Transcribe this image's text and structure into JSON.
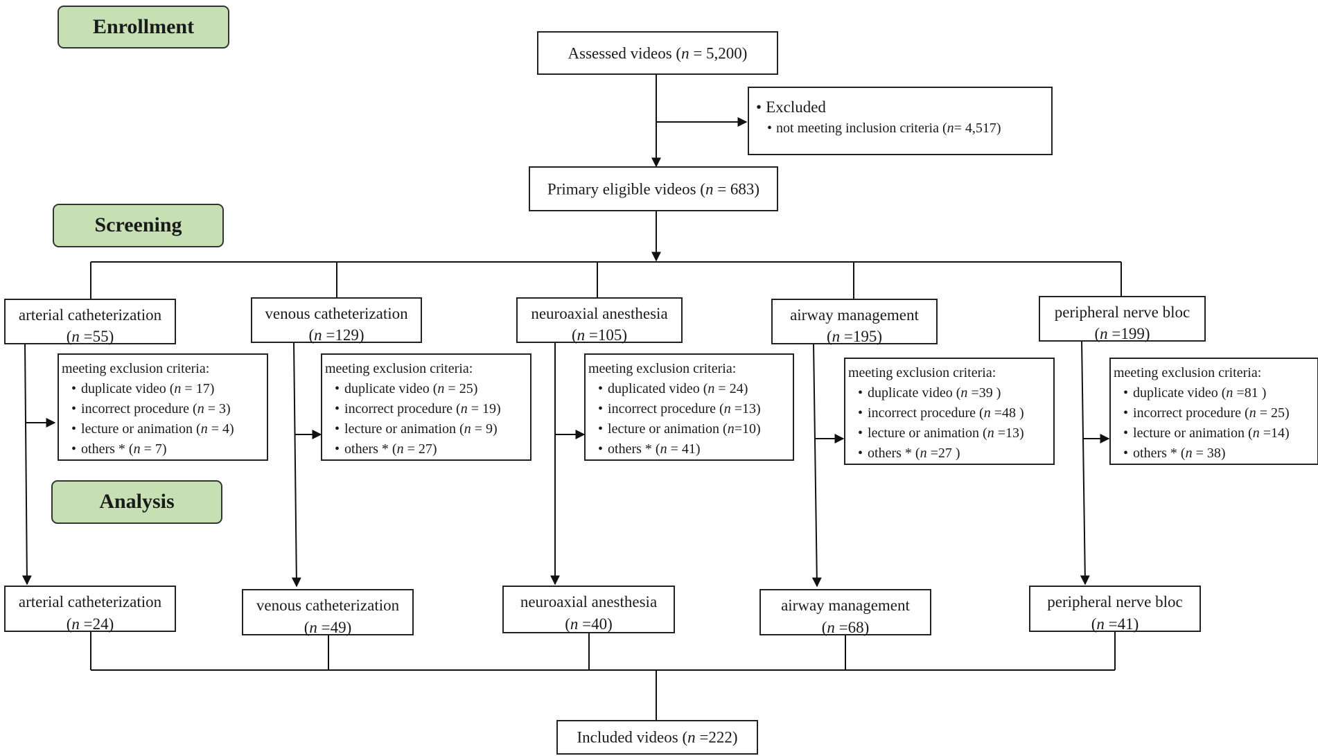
{
  "phases": {
    "enrollment": "Enrollment",
    "screening": "Screening",
    "analysis": "Analysis"
  },
  "assessed": "Assessed videos (n = 5,200)",
  "excluded": {
    "title": "Excluded",
    "detail": "not meeting inclusion criteria (n= 4,517)"
  },
  "primary": "Primary eligible videos (n = 683)",
  "categories": [
    {
      "name": "arterial catheterization",
      "screened_n": "(n =55)",
      "exclusion": [
        "meeting exclusion criteria:",
        "duplicate video (n = 17)",
        "incorrect procedure (n = 3)",
        "lecture or animation (n = 4)",
        "others *  (n = 7)"
      ],
      "included_name": "arterial catheterization",
      "included_n": "(n =24)"
    },
    {
      "name": "venous catheterization",
      "screened_n": "(n =129)",
      "exclusion": [
        "meeting exclusion criteria:",
        "duplicate video (n = 25)",
        "incorrect procedure (n = 19)",
        "lecture or animation (n = 9)",
        "others *  (n = 27)"
      ],
      "included_name": "venous catheterization",
      "included_n": "(n =49)"
    },
    {
      "name": "neuroaxial anesthesia",
      "screened_n": "(n =105)",
      "exclusion": [
        "meeting exclusion criteria:",
        "duplicated video (n = 24)",
        "incorrect procedure (n =13)",
        "lecture or animation (n=10)",
        "others *  (n = 41)"
      ],
      "included_name": "neuroaxial anesthesia",
      "included_n": "(n =40)"
    },
    {
      "name": "airway management",
      "screened_n": "(n =195)",
      "exclusion": [
        "meeting exclusion criteria:",
        "duplicate video (n =39 )",
        "incorrect procedure (n =48 )",
        "lecture or animation (n =13)",
        "others *  (n =27 )"
      ],
      "included_name": "airway management",
      "included_n": "(n =68)"
    },
    {
      "name": "peripheral nerve bloc",
      "screened_n": "(n =199)",
      "exclusion": [
        "meeting exclusion criteria:",
        "duplicate video (n =81 )",
        "incorrect procedure (n = 25)",
        "lecture or animation (n =14)",
        "others *  (n = 38)"
      ],
      "included_name": "peripheral nerve bloc",
      "included_n": "(n =41)"
    }
  ],
  "included": "Included videos (n =222)"
}
